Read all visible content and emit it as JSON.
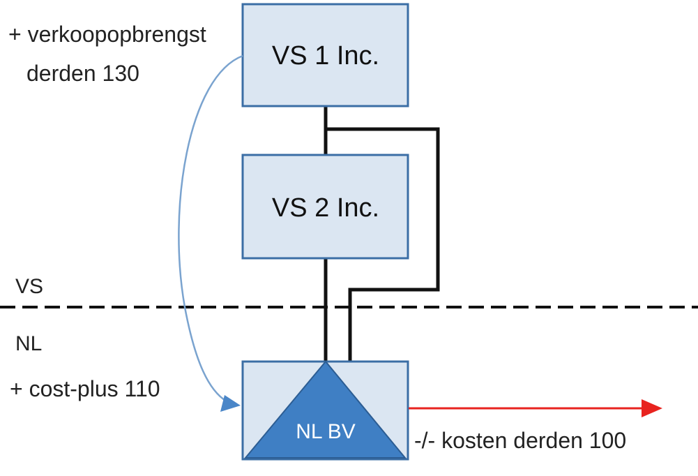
{
  "boxes": {
    "vs1": {
      "label": "VS 1 Inc."
    },
    "vs2": {
      "label": "VS 2 Inc."
    },
    "nlbv": {
      "label": "NL BV"
    }
  },
  "annotations": {
    "sales_line1": "+ verkoopopbrengst",
    "sales_line2": "derden 130",
    "cost_plus": "+ cost-plus 110",
    "third_party_costs": "-/- kosten derden 100"
  },
  "regions": {
    "upper": "VS",
    "lower": "NL"
  },
  "colors": {
    "box_fill": "#dbe6f2",
    "box_border": "#3b6ea5",
    "triangle_fill": "#3f7fc4",
    "flow_arrow_blue": "#7aa3cf",
    "cost_arrow_red": "#e8231f",
    "lines": "#111111"
  }
}
